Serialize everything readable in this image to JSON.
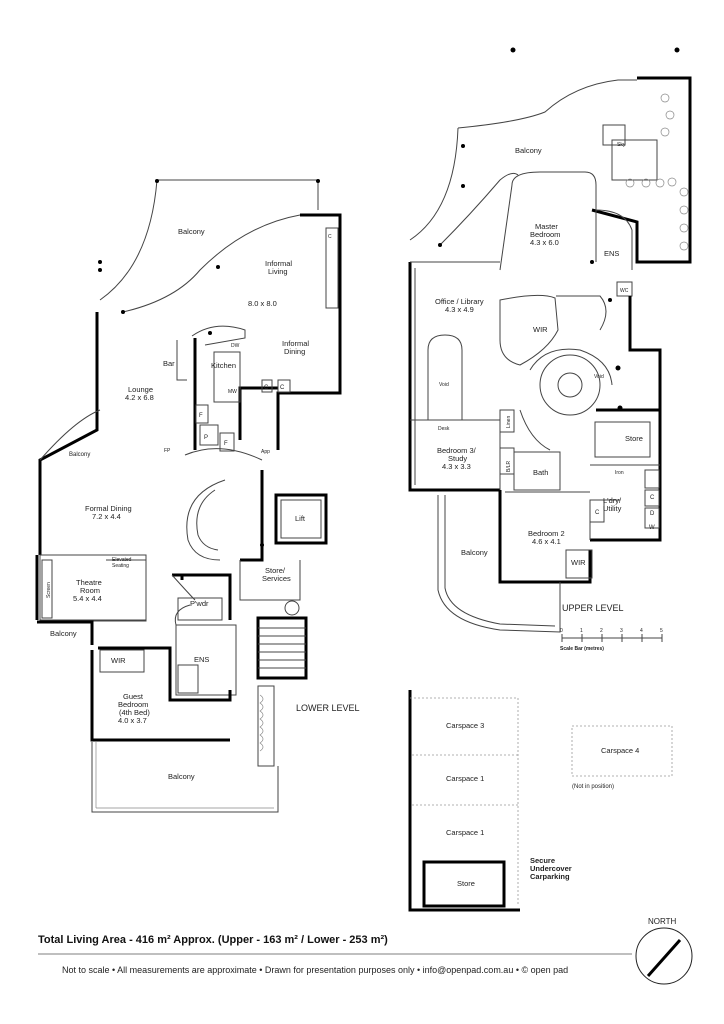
{
  "lower_level": {
    "title": "LOWER LEVEL",
    "rooms": {
      "balcony_top": "Balcony",
      "informal_living_1": "Informal",
      "informal_living_2": "Living",
      "informal_living_size": "8.0 x 8.0",
      "informal_dining_1": "Informal",
      "informal_dining_2": "Dining",
      "bar": "Bar",
      "kitchen": "Kitchen",
      "dw": "DW",
      "mw": "MW",
      "lounge_1": "Lounge",
      "lounge_size": "4.2 x 6.8",
      "balcony_left": "Balcony",
      "formal_dining_1": "Formal Dining",
      "formal_dining_size": "7.2 x 4.4",
      "fp": "FP",
      "f1": "F",
      "f2": "F",
      "p": "P",
      "c1": "C",
      "c2": "C",
      "c3": "C",
      "app": "App",
      "lift": "Lift",
      "store_services_1": "Store/",
      "store_services_2": "Services",
      "elevated_seating_1": "Elevated",
      "elevated_seating_2": "Seating",
      "screen": "Screen",
      "theatre_1": "Theatre",
      "theatre_2": "Room",
      "theatre_size": "5.4 x 4.4",
      "balcony_theatre": "Balcony",
      "pwdr": "P'wdr",
      "ens": "ENS",
      "wir": "WIR",
      "guest_1": "Guest",
      "guest_2": "Bedroom",
      "guest_3": "(4th Bed)",
      "guest_size": "4.0 x 3.7",
      "balcony_bottom": "Balcony"
    }
  },
  "upper_level": {
    "title": "UPPER LEVEL",
    "rooms": {
      "balcony_top": "Balcony",
      "sky": "Sky",
      "master_1": "Master",
      "master_2": "Bedroom",
      "master_size": "4.3 x 6.0",
      "ens": "ENS",
      "wc": "WC",
      "office_1": "Office / Library",
      "office_size": "4.3 x 4.9",
      "wir_top": "WIR",
      "void_left": "Void",
      "void_stair": "Void",
      "desk": "Desk",
      "linen": "Linen",
      "bed3_1": "Bedroom 3/",
      "bed3_2": "Study",
      "bed3_size": "4.3 x 3.3",
      "blr": "B/LR",
      "bath": "Bath",
      "store": "Store",
      "iron": "Iron",
      "laundry_1": "L'dry/",
      "laundry_2": "Utility",
      "c_a": "C",
      "c_b": "C",
      "d": "D",
      "w": "W",
      "bed2_1": "Bedroom 2",
      "bed2_size": "4.6 x 4.1",
      "wir_bottom": "WIR",
      "balcony_bottom": "Balcony"
    }
  },
  "scale_bar": {
    "ticks": [
      "0",
      "1",
      "2",
      "3",
      "4",
      "5"
    ],
    "label": "Scale Bar (metres)"
  },
  "parking": {
    "carspace_3": "Carspace 3",
    "carspace_1a": "Carspace 1",
    "carspace_1b": "Carspace 1",
    "store": "Store",
    "carspace_4": "Carspace 4",
    "not_in_position": "(Not in position)",
    "secure_1": "Secure",
    "secure_2": "Undercover",
    "secure_3": "Carparking"
  },
  "north": "NORTH",
  "total_living_area": "Total Living Area - 416 m² Approx. (Upper - 163 m² / Lower - 253 m²)",
  "footer": "Not to scale  •  All measurements are approximate  •  Drawn for presentation purposes only  •  info@openpad.com.au  •  © open pad"
}
